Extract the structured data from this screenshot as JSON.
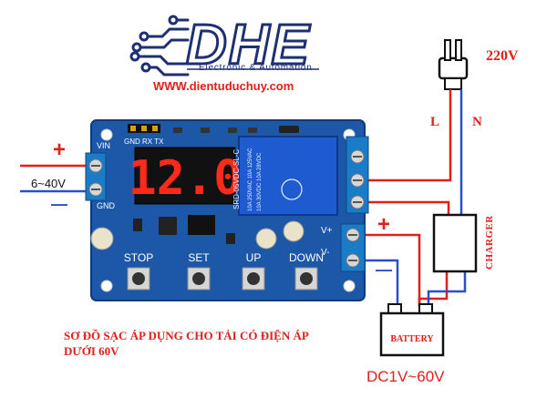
{
  "brand": {
    "logo_text": "DHE",
    "tagline": "Electronic & Automation",
    "website": "WWW.dientuduchuy.com"
  },
  "mains": {
    "voltage": "220V",
    "line_label": "L",
    "neutral_label": "N"
  },
  "input": {
    "plus": "+",
    "minus": "—",
    "range": "6~40V"
  },
  "board": {
    "vin_label": "VIN",
    "gnd_label": "GND",
    "serial_label": "GND RX TX",
    "display_value": "12.0",
    "relay_model": "SRD-05VDC-SL-C",
    "relay_rating_1": "10A 250VAC  10A 125VAC",
    "relay_rating_2": "10A 30VDC  10A 28VDC",
    "vplus_label": "V+",
    "vminus_label": "V-",
    "buttons": {
      "stop": "STOP",
      "set": "SET",
      "up": "UP",
      "down": "DOWN"
    }
  },
  "output": {
    "plus": "+",
    "minus": "—"
  },
  "charger": {
    "label": "CHARGER"
  },
  "battery": {
    "label": "BATTERY",
    "voltage_range": "DC1V~60V"
  },
  "caption": {
    "line1": "SƠ ĐỒ SẠC ÁP DỤNG CHO TẢI CÓ ĐIỆN ÁP",
    "line2": "DƯỚI 60V"
  },
  "colors": {
    "board_blue": "#1d57a8",
    "wire_red": "#e0201b",
    "wire_blue": "#2a4fc8",
    "logo_navy": "#1f2f73",
    "display_red": "#ff2a1a"
  }
}
